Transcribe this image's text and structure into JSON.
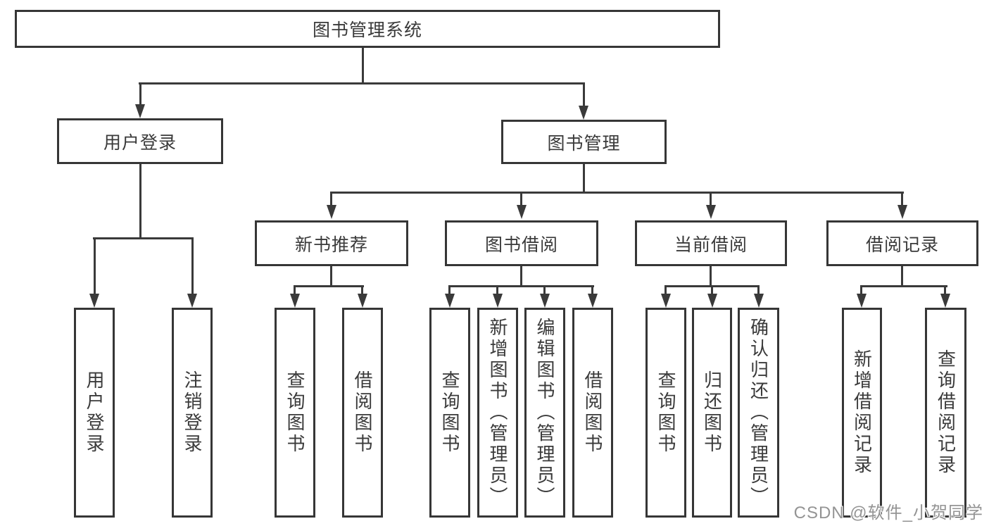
{
  "colors": {
    "background": "#ffffff",
    "line": "#3a3a3a",
    "box_border": "#363636",
    "text": "#3a3a3a",
    "watermark": "#949494"
  },
  "diagram": {
    "title": "图书管理系统",
    "level2": {
      "user_login": "用户登录",
      "book_mgmt": "图书管理"
    },
    "level3": {
      "new_books": "新书推荐",
      "book_borrow": "图书借阅",
      "current_borrow": "当前借阅",
      "borrow_records": "借阅记录"
    },
    "leaves": {
      "user_login_children": {
        "login": "用户登录",
        "logout": "注销登录"
      },
      "new_books_children": {
        "query": "查询图书",
        "borrow": "借阅图书"
      },
      "book_borrow_children": {
        "query": "查询图书",
        "add": "新增图书（管理员）",
        "edit": "编辑图书（管理员）",
        "borrow": "借阅图书"
      },
      "current_borrow_children": {
        "query": "查询图书",
        "return": "归还图书",
        "confirm": "确认归还（管理员）"
      },
      "borrow_records_children": {
        "add": "新增借阅记录",
        "query": "查询借阅记录"
      }
    }
  },
  "watermark": {
    "text": "CSDN @软件_小贺同学"
  }
}
